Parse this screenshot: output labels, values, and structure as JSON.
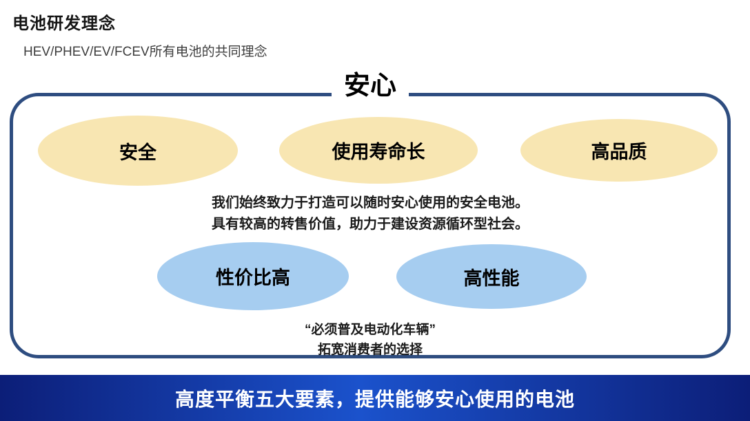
{
  "page": {
    "title": "电池研发理念",
    "subtitle": "HEV/PHEV/EV/FCEV所有电池的共同理念"
  },
  "diagram": {
    "container_title": "安心",
    "top_ellipses": [
      {
        "label": "安全"
      },
      {
        "label": "使用寿命长"
      },
      {
        "label": "高品质"
      }
    ],
    "description": {
      "line1": "我们始终致力于打造可以随时安心使用的安全电池。",
      "line2": "具有较高的转售价值，助力于建设资源循环型社会。"
    },
    "bottom_ellipses": [
      {
        "label": "性价比高"
      },
      {
        "label": "高性能"
      }
    ],
    "quote": {
      "line1": "“必须普及电动化车辆”",
      "line2": "拓宽消费者的选择"
    }
  },
  "footer": {
    "banner_text": "高度平衡五大要素，提供能够安心使用的电池"
  },
  "colors": {
    "border": "#2e4d80",
    "ellipse_cream": "#f8e6b2",
    "ellipse_blue": "#a6cdf0",
    "banner_dark": "#0c1e78",
    "banner_light": "#1b52cc",
    "banner_text_color": "#ffffff"
  }
}
